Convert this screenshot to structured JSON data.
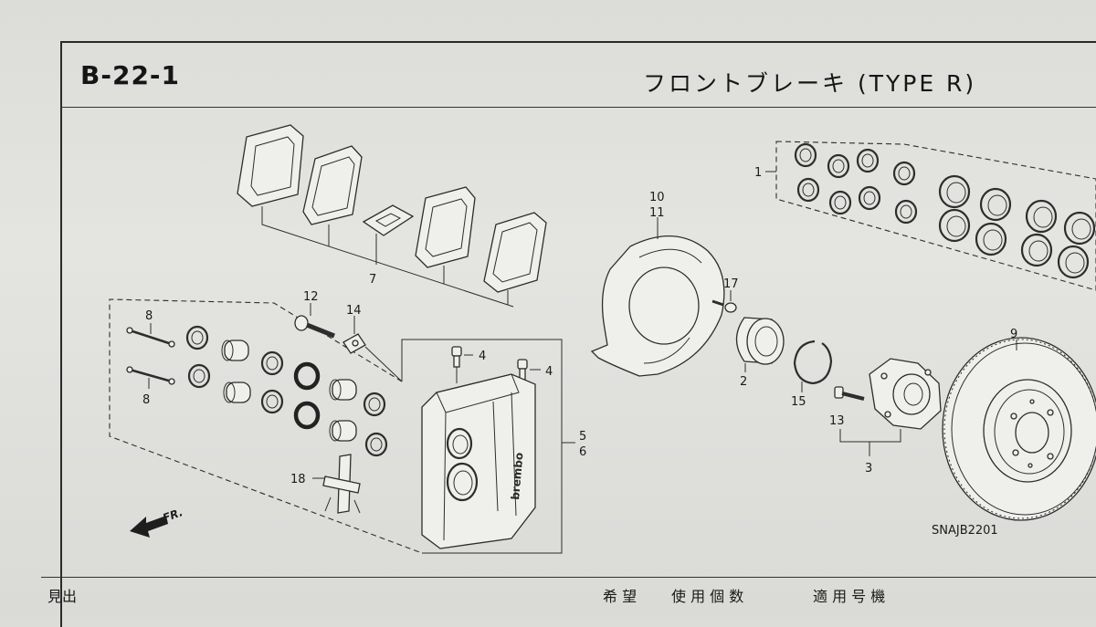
{
  "header": {
    "code": "B-22-1",
    "title": "フロントブレーキ (TYPE R)"
  },
  "diagram": {
    "callouts": [
      "1",
      "7",
      "10",
      "11",
      "12",
      "14",
      "8",
      "8",
      "4",
      "4",
      "17",
      "9",
      "2",
      "15",
      "13",
      "3",
      "5",
      "6",
      "18"
    ],
    "direction_label": "FR.",
    "figure_code": "SNAJB2201",
    "caliper_logo": "brembo"
  },
  "table": {
    "col_heading": "見出",
    "col_request": "希 望",
    "col_quantity": "使 用 個 数",
    "col_applicable": "適 用 号 機"
  }
}
